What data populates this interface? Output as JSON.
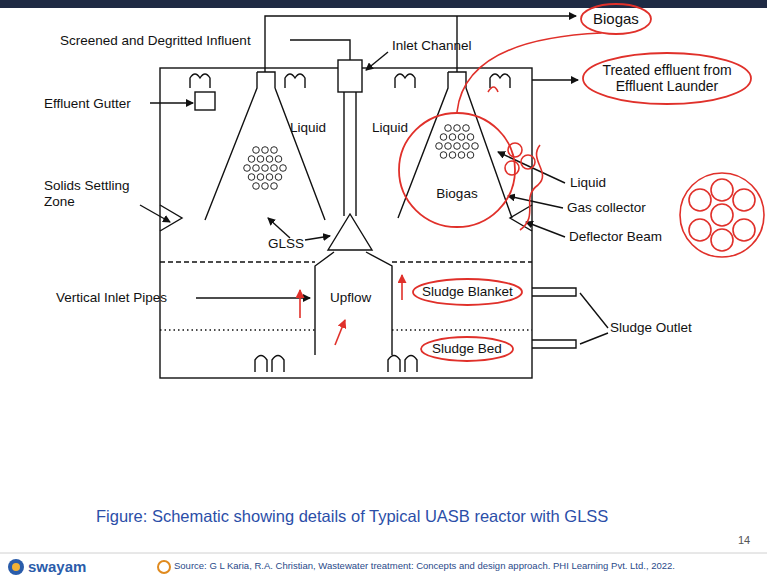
{
  "diagram": {
    "caption": "Figure: Schematic showing details of Typical UASB reactor with GLSS",
    "nodes": [
      {
        "text": [
          "Biogas"
        ]
      },
      {
        "text": [
          "Treated effluent from Effluent Launder"
        ]
      },
      {
        "text": [
          "Biogas"
        ]
      },
      {
        "text": [
          "Sludge Blanket"
        ]
      },
      {
        "text": [
          "Sludge Bed"
        ]
      }
    ],
    "edges": [
      {
        "from": 2,
        "to": 0,
        "arrow": "none"
      }
    ],
    "labels": [
      "Screened and Degritted Influent",
      "Inlet Channel",
      "Effluent Gutter",
      "Liquid",
      "Liquid",
      "Liquid",
      "Gas collector",
      "Solids Settling Zone",
      "GLSS",
      "Deflector Beam",
      "Vertical Inlet Pipes",
      "Upflow",
      "Sludge Outlet",
      "14",
      "swayam",
      "Source: G L Karia, R.A. Christian, Wastewater treatment: Concepts and design approach. PHI Learning Pvt. Ltd., 2022."
    ]
  }
}
